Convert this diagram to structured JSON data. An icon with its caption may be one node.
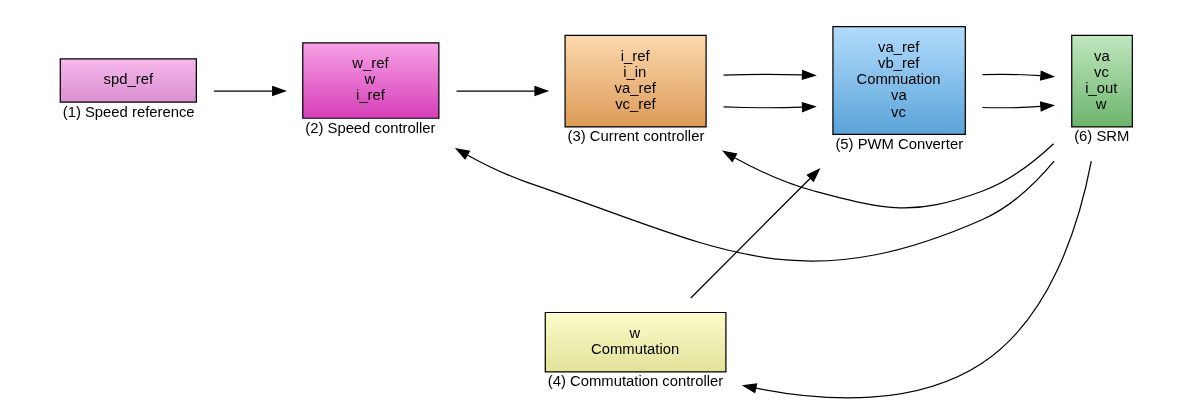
{
  "diagram": {
    "nodes": [
      {
        "text": [
          "spd_ref"
        ],
        "beside": [
          "(1) Speed reference"
        ]
      },
      {
        "text": [
          "w_ref",
          "w",
          "i_ref"
        ],
        "beside": [
          "(2) Speed controller"
        ]
      },
      {
        "text": [
          "i_ref",
          "i_in",
          "va_ref",
          "vc_ref"
        ],
        "beside": [
          "(3) Current controller"
        ]
      },
      {
        "text": [
          "w",
          "Commutation"
        ],
        "beside": [
          "(4) Commutation controller"
        ]
      },
      {
        "text": [
          "va_ref",
          "vb_ref",
          "Commuation",
          "va",
          "vc"
        ],
        "beside": [
          "(5) PWM Converter"
        ]
      },
      {
        "text": [
          "va",
          "vc",
          "i_out",
          "w"
        ],
        "beside": [
          "(6) SRM"
        ]
      }
    ],
    "edges": [
      {
        "from": 0,
        "to": 1,
        "arrow": "to"
      },
      {
        "from": 1,
        "to": 2,
        "arrow": "to"
      },
      {
        "from": 2,
        "to": 4,
        "arrow": "to"
      },
      {
        "from": 2,
        "to": 4,
        "arrow": "to"
      },
      {
        "from": 3,
        "to": 4,
        "arrow": "to"
      },
      {
        "from": 4,
        "to": 5,
        "arrow": "to"
      },
      {
        "from": 4,
        "to": 5,
        "arrow": "to"
      },
      {
        "from": 5,
        "to": 2,
        "arrow": "to"
      },
      {
        "from": 5,
        "to": 1,
        "arrow": "to"
      },
      {
        "from": 5,
        "to": 3,
        "arrow": "to"
      }
    ]
  }
}
